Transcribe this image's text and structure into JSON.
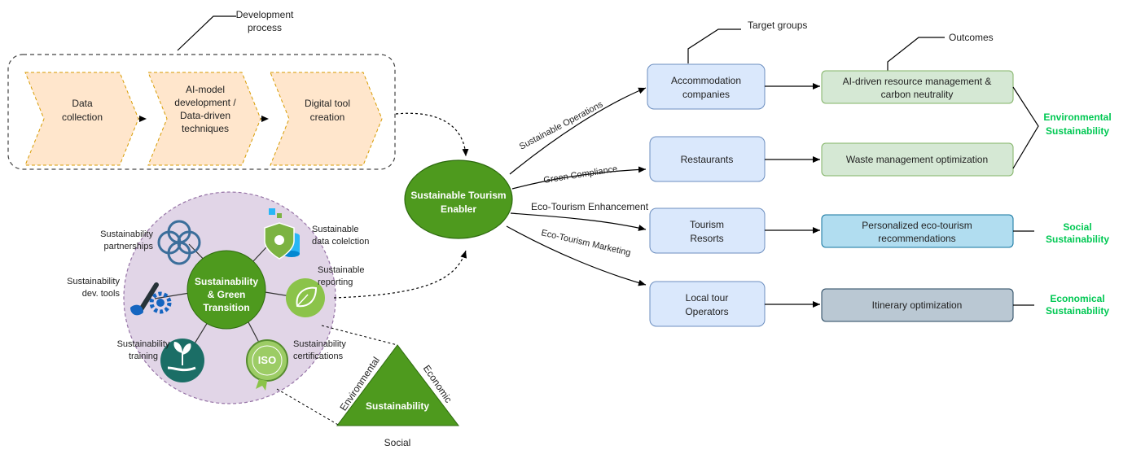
{
  "development": {
    "label_line1": "Development",
    "label_line2": "process",
    "steps": [
      {
        "lines": [
          "Data",
          "collection"
        ]
      },
      {
        "lines": [
          "AI-model",
          "development /",
          "Data-driven",
          "techniques"
        ]
      },
      {
        "lines": [
          "Digital tool",
          "creation"
        ]
      }
    ]
  },
  "enabler": {
    "line1": "Sustainable Tourism",
    "line2": "Enabler"
  },
  "edges": {
    "sustainable_operations": "Sustainable Operations",
    "green_compliance": "Green Compliance",
    "eco_enhancement": "Eco-Tourism Enhancement",
    "eco_marketing": "Eco-Tourism Marketing"
  },
  "target_groups_label": "Target groups",
  "outcomes_label": "Outcomes",
  "targets": [
    {
      "lines": [
        "Accommodation",
        "companies"
      ]
    },
    {
      "lines": [
        "Restaurants"
      ]
    },
    {
      "lines": [
        "Tourism",
        "Resorts"
      ]
    },
    {
      "lines": [
        "Local tour",
        "Operators"
      ]
    }
  ],
  "outcomes": [
    {
      "lines": [
        "AI-driven resource management &",
        "carbon neutrality"
      ],
      "color": "#d5e8d4"
    },
    {
      "lines": [
        "Waste management optimization"
      ],
      "color": "#d5e8d4"
    },
    {
      "lines": [
        "Personalized eco-tourism",
        "recommendations"
      ],
      "color": "#b1ddf0"
    },
    {
      "lines": [
        "Itinerary optimization"
      ],
      "color": "#bac8d3"
    }
  ],
  "categories": {
    "environmental": [
      "Environmental",
      "Sustainability"
    ],
    "social": [
      "Social",
      "Sustainability"
    ],
    "economical": [
      "Economical",
      "Sustainability"
    ]
  },
  "hub": {
    "center": [
      "Sustainability",
      "& Green",
      "Transition"
    ],
    "partnerships": [
      "Sustainability",
      "partnerships"
    ],
    "data": [
      "Sustainable",
      "data colelction"
    ],
    "reporting": [
      "Sustainable",
      "reporting"
    ],
    "devtools": [
      "Sustainability",
      "dev. tools"
    ],
    "training": [
      "Sustainability",
      "training"
    ],
    "certifications": [
      "Sustainability",
      "certifications"
    ]
  },
  "triangle": {
    "center": "Sustainability",
    "left": "Environmental",
    "right": "Economic",
    "bottom": "Social"
  },
  "colors": {
    "enabler_green": "#4e9a1e",
    "chevron_fill": "#ffe6cc",
    "chevron_stroke": "#d79b00",
    "target_fill": "#dae8fc",
    "target_stroke": "#6c8ebf",
    "label_green": "#00c853",
    "hub_circle": "#e1d5e7"
  }
}
